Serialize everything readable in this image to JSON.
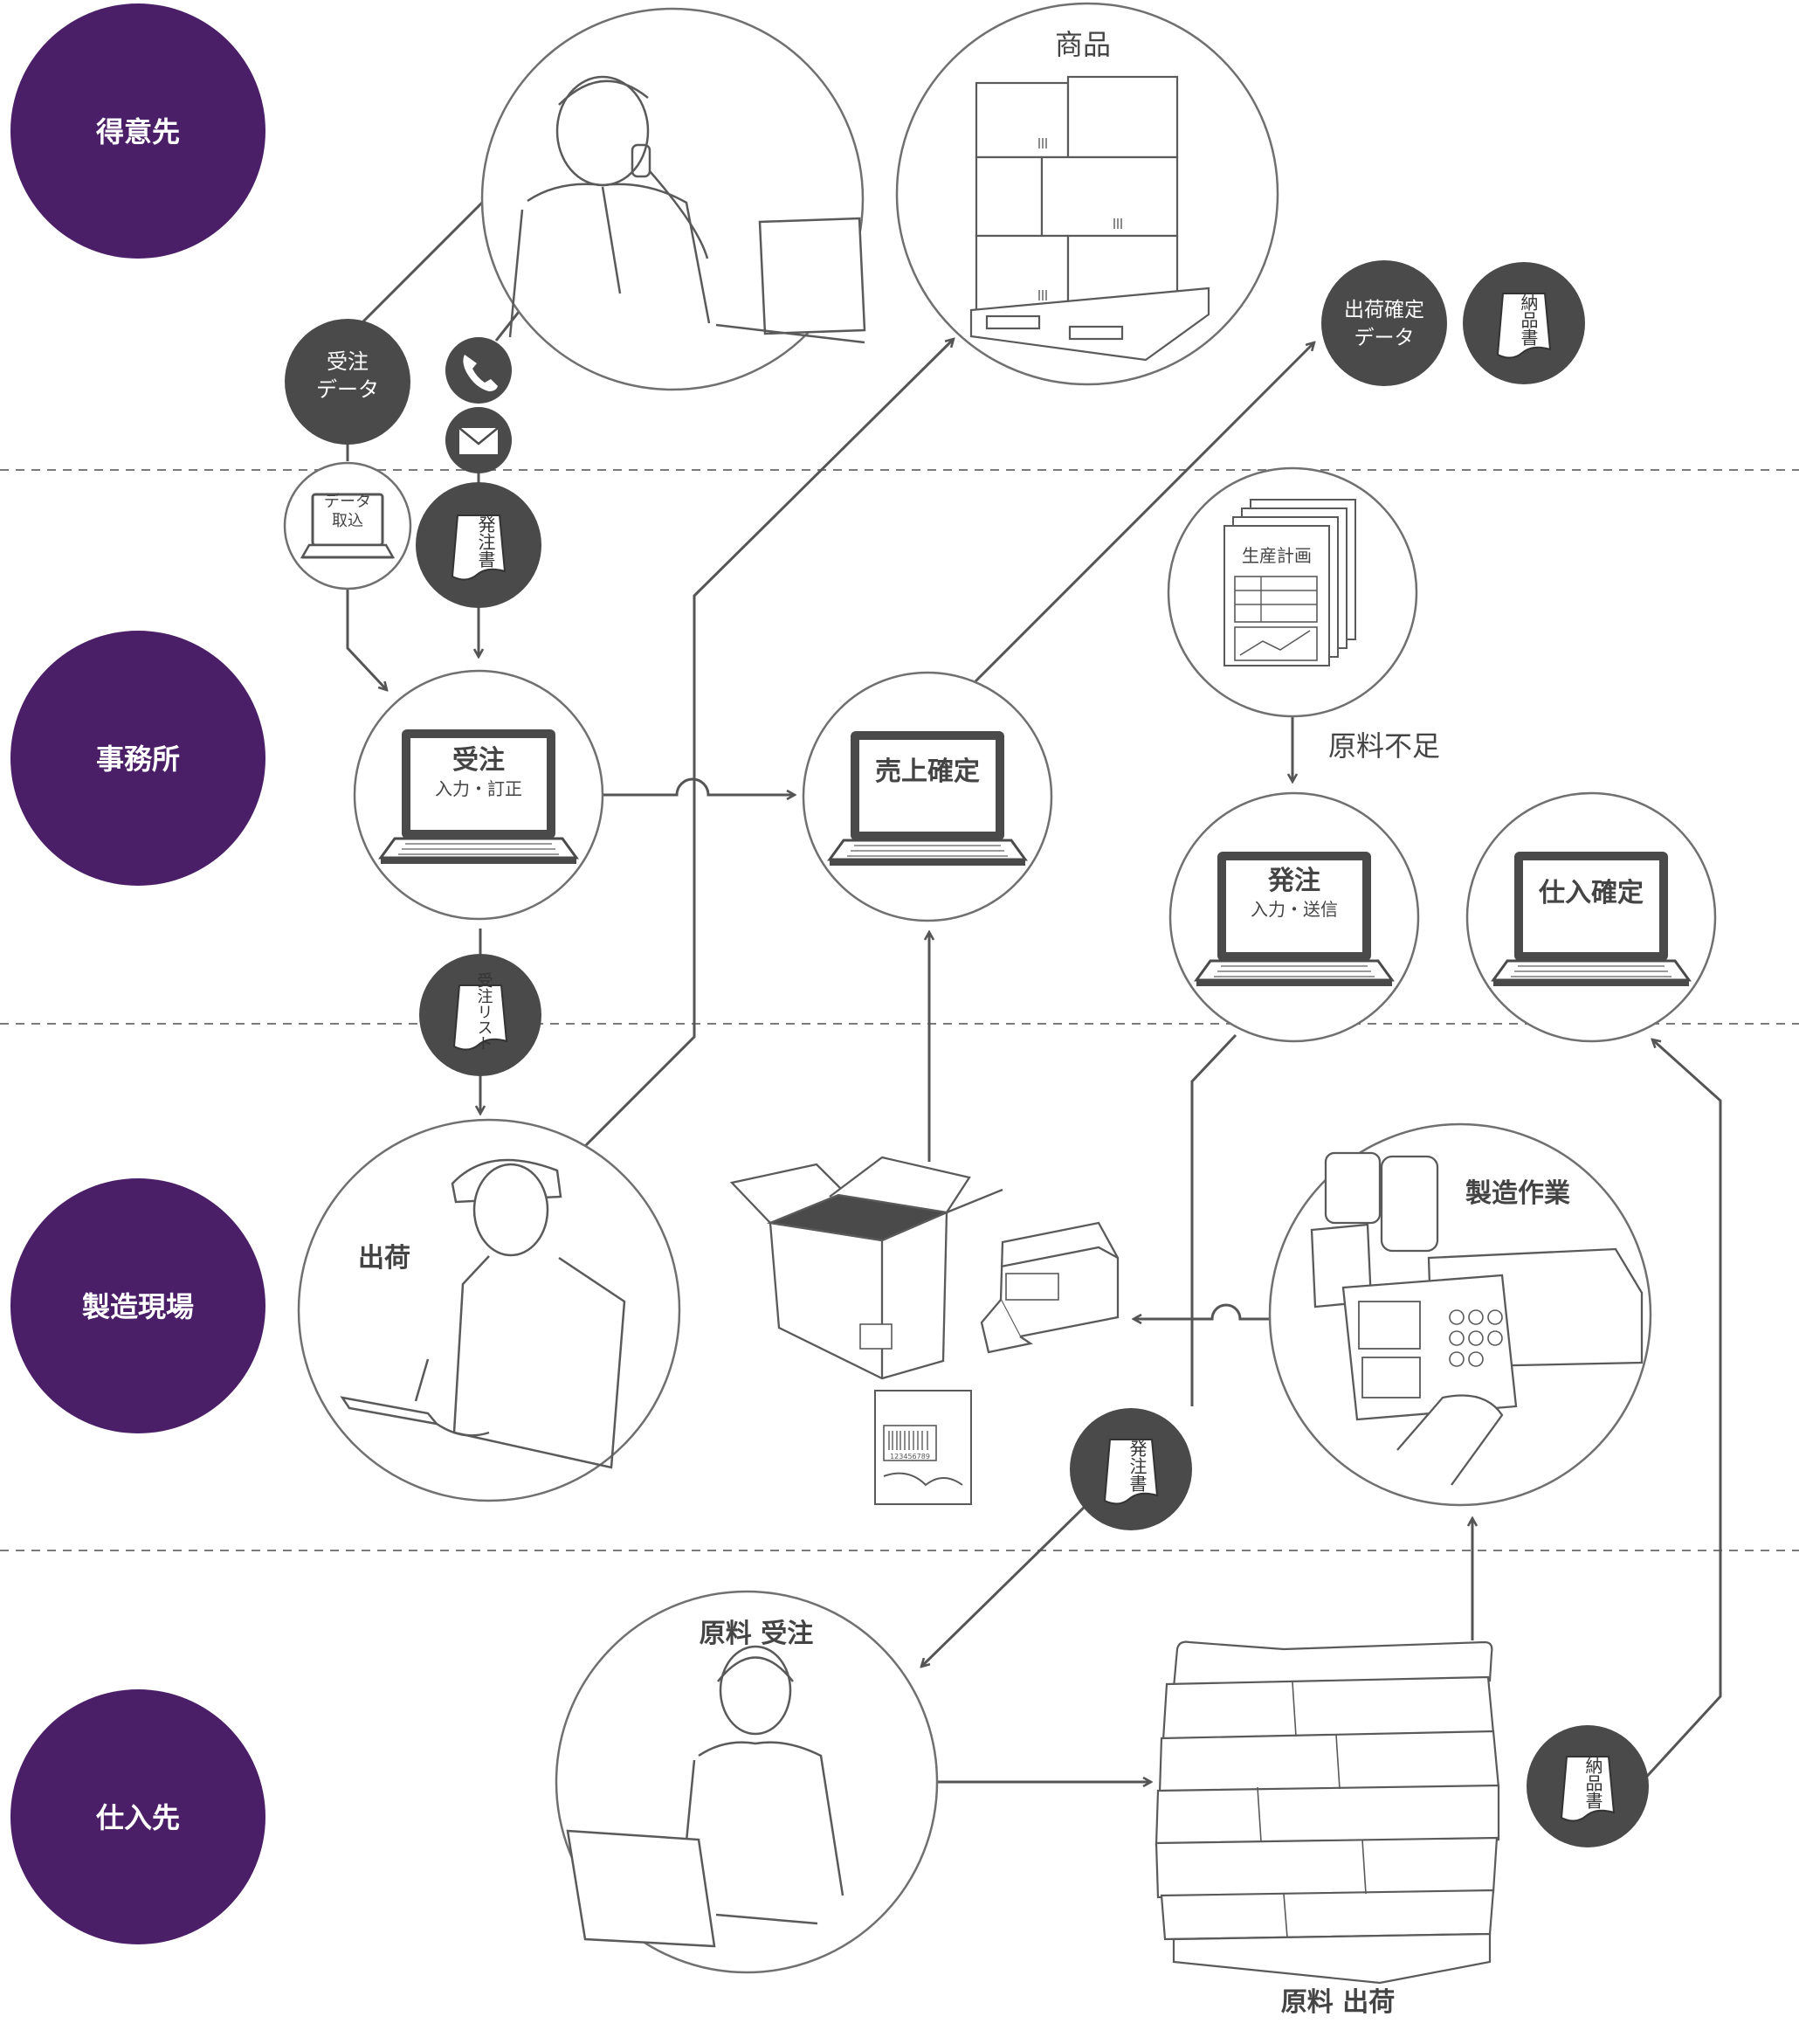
{
  "lanes": [
    "得意先",
    "事務所",
    "製造現場",
    "仕入先"
  ],
  "colors": {
    "lane": "#4a1f68",
    "line": "#555555",
    "badge": "#4a4a4a",
    "circle_stroke": "#707070"
  },
  "labels": {
    "product": "商品",
    "order_data": "受注データ",
    "order_data_l1": "受注",
    "order_data_l2": "データ",
    "import_l1": "データ",
    "import_l2": "取込",
    "po_doc": "発注書",
    "ship_confirm_l1": "出荷確定",
    "ship_confirm_l2": "データ",
    "delivery_doc": "納品書",
    "production_plan": "生産計画",
    "material_short": "原料不足",
    "order_entry_title": "受注",
    "order_entry_sub": "入力・訂正",
    "sales_confirm": "売上確定",
    "purchase_title": "発注",
    "purchase_sub": "入力・送信",
    "purchase_confirm": "仕入確定",
    "order_list": "受注リスト",
    "shipping": "出荷",
    "manufacturing": "製造作業",
    "material_order": "原料 受注",
    "material_ship": "原料 出荷",
    "barcode_number": "123456789"
  },
  "icons": [
    "phone-icon",
    "mail-icon",
    "laptop-icon",
    "document-icon",
    "box-icon",
    "printer-icon",
    "pallet-icon",
    "person-icon"
  ]
}
